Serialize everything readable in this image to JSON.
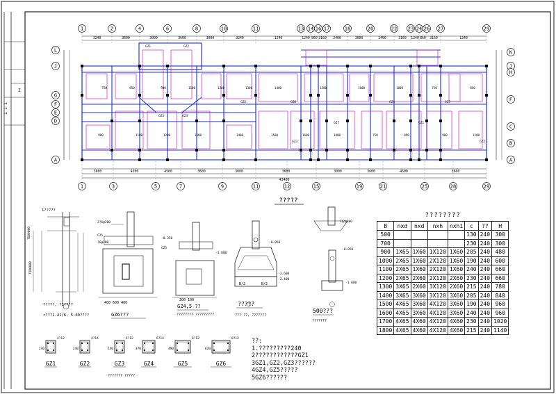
{
  "title_block": {
    "side_text": "1  1  1",
    "side_mark": "Z"
  },
  "plan": {
    "title": "?????",
    "top_axes": [
      "1",
      "2",
      "4",
      "6",
      "8",
      "10",
      "11",
      "13",
      "14",
      "16",
      "17",
      "18",
      "20",
      "22",
      "23",
      "24",
      "26",
      "27",
      "29"
    ],
    "bottom_axes": [
      "1",
      "3",
      "5",
      "7",
      "9",
      "11",
      "12",
      "15",
      "19",
      "21",
      "25",
      "28",
      "29"
    ],
    "left_axes": [
      "L",
      "J",
      "G",
      "F",
      "E",
      "D",
      "A"
    ],
    "right_axes": [
      "K",
      "J",
      "H",
      "F",
      "C",
      "B",
      "A"
    ],
    "top_dims": [
      "3240",
      "3600",
      "3000",
      "3600",
      "3000",
      "3240",
      "1240",
      "1240",
      "860",
      "3160",
      "2400",
      "3000",
      "2400",
      "3160",
      "1240",
      "860",
      "3160",
      "1240"
    ],
    "bottom_dims": [
      "3600",
      "4500",
      "4500",
      "3600",
      "3000",
      "3600",
      "3000",
      "3600",
      "4500",
      "3600"
    ],
    "bottom_total": "43400",
    "col_labels": [
      "GZ1",
      "GZ2",
      "GZ3",
      "GZ4",
      "GZ5",
      "GZ6",
      "GZ7"
    ],
    "footing_labels": [
      "750",
      "850",
      "900",
      "1100",
      "1200",
      "1300",
      "1400",
      "1500",
      "1600",
      "1800"
    ]
  },
  "details": {
    "wall_section_label": "1?????",
    "wall_section_caption": "?????,\n?2????",
    "wall_section_sub": "<???1.41/6,\n5.00????",
    "gz6_caption": "GZ6???",
    "gz45_caption": "GZ4,5  ??",
    "gz45_sub": "????????\n?????????",
    "footing_caption": "?????",
    "footing_sub": "??? ??, ???????",
    "footing_dim": "B/2",
    "footing2_caption": "500???",
    "footing2_sub": "???????",
    "elev_1": "-0.050",
    "elev_2": "-1.600",
    "elev_3": "-3.600",
    "elev_4": "-2.400",
    "elev_5": "-0.050"
  },
  "sections": [
    {
      "name": "GZ1",
      "dims": "240",
      "rebar": "4?12"
    },
    {
      "name": "GZ2",
      "dims": "240",
      "rebar": "4?14"
    },
    {
      "name": "GZ3",
      "dims": "240",
      "rebar": "4?12"
    },
    {
      "name": "GZ4",
      "dims": "370",
      "rebar": "6?14"
    },
    {
      "name": "GZ5",
      "dims": "490",
      "rebar": "6?12"
    },
    {
      "name": "GZ6",
      "dims": "620",
      "rebar": "8?12"
    }
  ],
  "sections_sub": "???????\n?????",
  "notes": {
    "heading": "??:",
    "lines": [
      "1.?????????240",
      "2????????????GZ1",
      "3GZ1,GZ2,GZ3??????",
      "4GZ4,GZ5?????",
      "5GZ6??????"
    ]
  },
  "footing_table": {
    "title": "????????",
    "headers": [
      "B",
      "nxd",
      "nxd",
      "nxh",
      "nxh1",
      "c",
      "??",
      "H"
    ],
    "rows": [
      [
        "500",
        "",
        "",
        "",
        "",
        "130",
        "240",
        "300"
      ],
      [
        "700",
        "",
        "",
        "",
        "",
        "230",
        "240",
        "300"
      ],
      [
        "900",
        "1X65",
        "1X60",
        "1X120",
        "1X60",
        "205",
        "240",
        "480"
      ],
      [
        "1000",
        "2X65",
        "1X60",
        "2X120",
        "1X60",
        "190",
        "240",
        "600"
      ],
      [
        "1100",
        "2X65",
        "1X60",
        "2X120",
        "1X60",
        "240",
        "240",
        "660"
      ],
      [
        "1200",
        "2X65",
        "2X60",
        "2X120",
        "2X60",
        "230",
        "240",
        "660"
      ],
      [
        "1300",
        "3X65",
        "2X60",
        "3X120",
        "2X60",
        "215",
        "240",
        "780"
      ],
      [
        "1400",
        "3X65",
        "3X60",
        "3X120",
        "3X60",
        "205",
        "240",
        "840"
      ],
      [
        "1500",
        "4X65",
        "3X60",
        "4X120",
        "3X60",
        "190",
        "240",
        "960"
      ],
      [
        "1600",
        "4X65",
        "3X60",
        "4X120",
        "3X60",
        "240",
        "240",
        "960"
      ],
      [
        "1700",
        "4X65",
        "4X60",
        "4X120",
        "4X60",
        "230",
        "240",
        "1020"
      ],
      [
        "1800",
        "4X65",
        "4X60",
        "4X120",
        "4X60",
        "215",
        "240",
        "1140"
      ]
    ]
  }
}
